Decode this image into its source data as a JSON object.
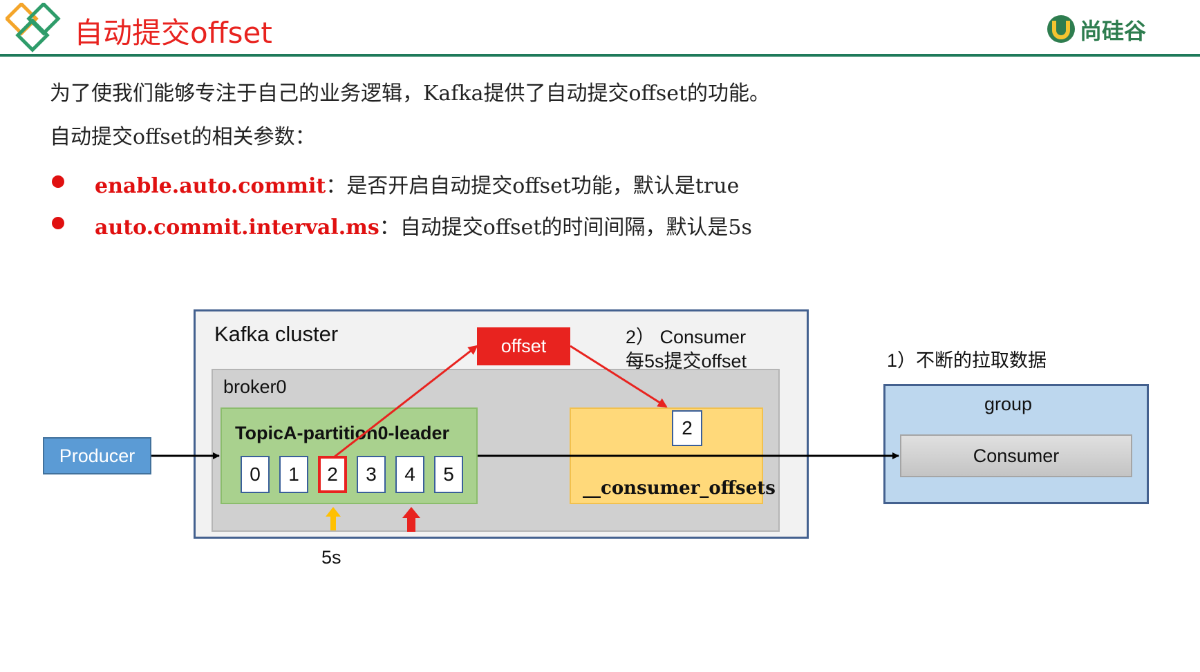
{
  "header": {
    "title": "自动提交offset",
    "brand": "尚硅谷"
  },
  "intro": {
    "line1": "为了使我们能够专注于自己的业务逻辑，Kafka提供了自动提交offset的功能。",
    "line2": "自动提交offset的相关参数："
  },
  "params": [
    {
      "key": "enable.auto.commit",
      "desc": "：是否开启自动提交offset功能，默认是true"
    },
    {
      "key": "auto.commit.interval.ms",
      "desc": "：自动提交offset的时间间隔，默认是5s"
    }
  ],
  "diagram": {
    "cluster_label": "Kafka cluster",
    "broker_label": "broker0",
    "partition_label": "TopicA-partition0-leader",
    "cells": [
      "0",
      "1",
      "2",
      "3",
      "4",
      "5"
    ],
    "producer_label": "Producer",
    "offset_label": "offset",
    "consumer_note_line1": "2） Consumer",
    "consumer_note_line2": "每5s提交offset",
    "offsets_value": "2",
    "offsets_label": "__consumer_offsets",
    "pull_note": "1）不断的拉取数据",
    "group_label": "group",
    "consumer_label": "Consumer",
    "interval_label": "5s",
    "colors": {
      "red": "#e8231f",
      "cluster_border": "#44618f",
      "partition_fill": "#a9d18e",
      "offsets_fill": "#ffd97a",
      "group_fill": "#bdd7ee",
      "producer_fill": "#5b9bd5",
      "yellow_arrow": "#ffc000"
    }
  }
}
